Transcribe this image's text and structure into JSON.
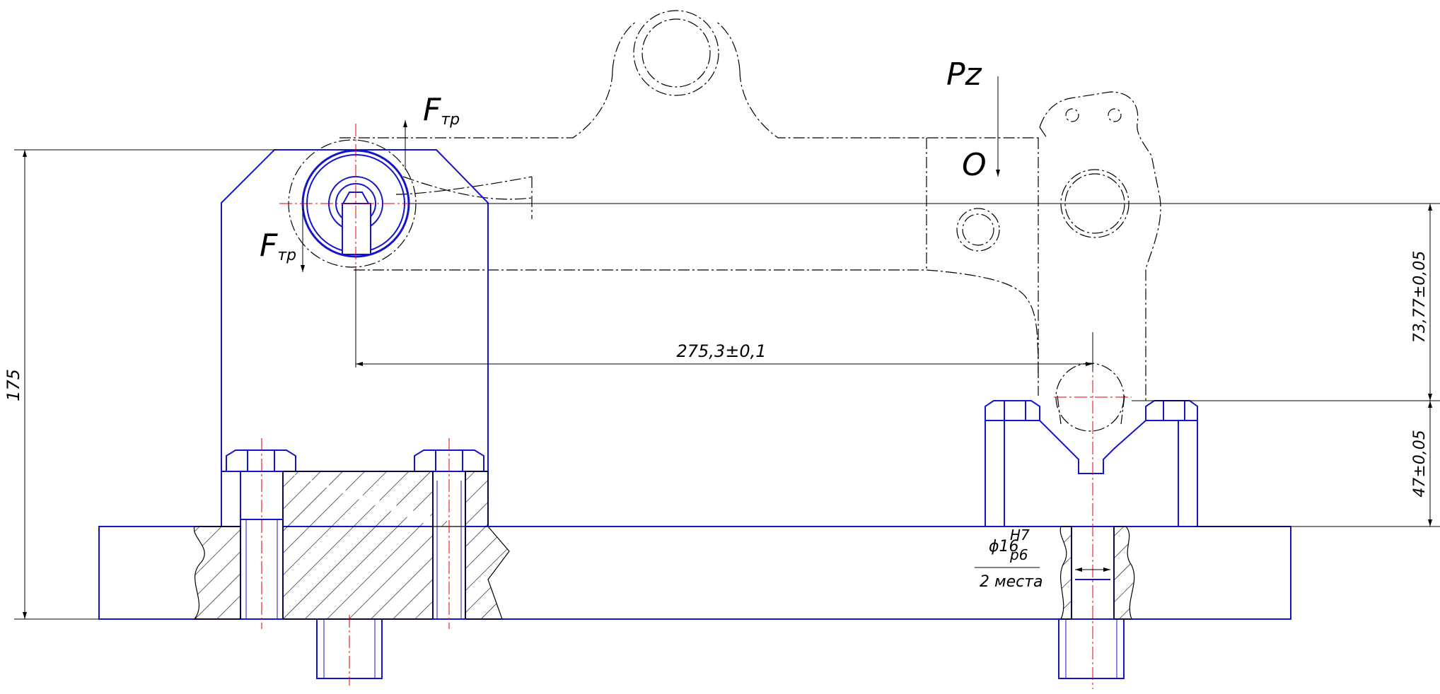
{
  "colors": {
    "part_outline": "#1414c8",
    "workpiece": "#000000",
    "axis": "#e00000",
    "dimension": "#000000",
    "hatch": "#000000"
  },
  "labels": {
    "force_pz": "Pz",
    "force_ftr_top_base": "F",
    "force_ftr_top_sub": "тр",
    "force_ftr_bottom_base": "F",
    "force_ftr_bottom_sub": "тр",
    "point_o": "O"
  },
  "dimensions": {
    "overall_height": "175",
    "center_distance": "275,3±0,1",
    "height_upper": "73,77±0,05",
    "height_lower": "47±0,05",
    "fit_prefix": "ϕ16",
    "fit_hole": "H7",
    "fit_shaft": "p6",
    "fit_count": "2 места"
  }
}
